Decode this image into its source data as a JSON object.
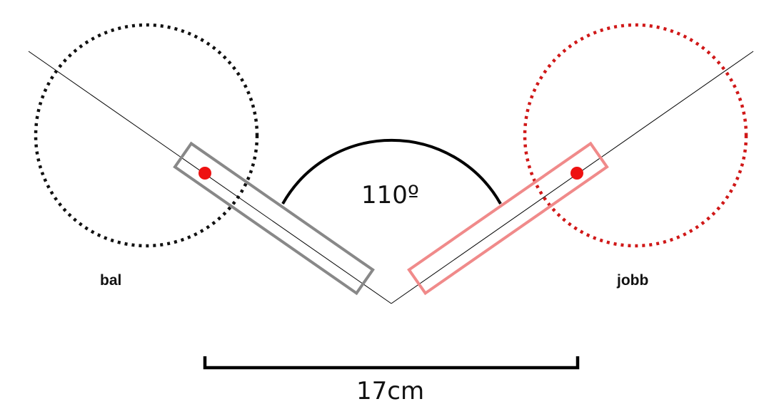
{
  "labels": {
    "left": "bal",
    "right": "jobb",
    "angle": "110º",
    "distance": "17cm"
  },
  "colors": {
    "left_circle": "#111111",
    "right_circle": "#d01818",
    "left_rect": "#888888",
    "right_rect": "#f08a8a",
    "pivot_dot": "#ee1111",
    "line": "#000000"
  }
}
